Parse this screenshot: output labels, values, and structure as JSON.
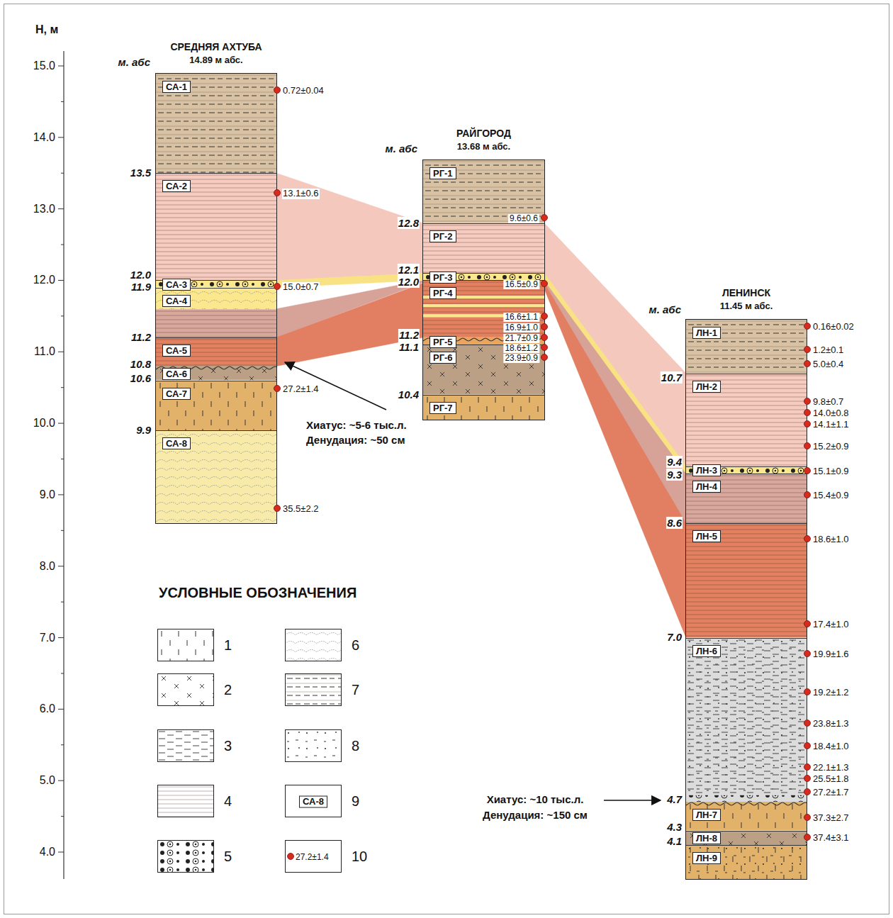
{
  "diagram": {
    "nodes": [
      {
        "text": [
          "СРЕДНЯЯ АХТУБА",
          "14.89 м абс."
        ]
      },
      {
        "text": [
          "СА-1"
        ],
        "in": 0
      },
      {
        "text": [
          "СА-2"
        ],
        "in": 0
      },
      {
        "text": [
          "СА-3"
        ],
        "in": 0
      },
      {
        "text": [
          "СА-4"
        ],
        "in": 0
      },
      {
        "text": [
          "СА-5"
        ],
        "in": 0
      },
      {
        "text": [
          "СА-6"
        ],
        "in": 0
      },
      {
        "text": [
          "СА-7"
        ],
        "in": 0
      },
      {
        "text": [
          "СА-8"
        ],
        "in": 0
      },
      {
        "text": [
          "РАЙГОРОД",
          "13.68 м абс."
        ]
      },
      {
        "text": [
          "РГ-1"
        ],
        "in": 9
      },
      {
        "text": [
          "РГ-2"
        ],
        "in": 9
      },
      {
        "text": [
          "РГ-3"
        ],
        "in": 9
      },
      {
        "text": [
          "РГ-4"
        ],
        "in": 9
      },
      {
        "text": [
          "РГ-5"
        ],
        "in": 9
      },
      {
        "text": [
          "РГ-6"
        ],
        "in": 9
      },
      {
        "text": [
          "РГ-7"
        ],
        "in": 9
      },
      {
        "text": [
          "ЛЕНИНСК",
          "11.45 м абс."
        ]
      },
      {
        "text": [
          "ЛН-1"
        ],
        "in": 17
      },
      {
        "text": [
          "ЛН-2"
        ],
        "in": 17
      },
      {
        "text": [
          "ЛН-3"
        ],
        "in": 17
      },
      {
        "text": [
          "ЛН-4"
        ],
        "in": 17
      },
      {
        "text": [
          "ЛН-5"
        ],
        "in": 17
      },
      {
        "text": [
          "ЛН-6"
        ],
        "in": 17
      },
      {
        "text": [
          "ЛН-7"
        ],
        "in": 17
      },
      {
        "text": [
          "ЛН-8"
        ],
        "in": 17
      },
      {
        "text": [
          "ЛН-9"
        ],
        "in": 17
      }
    ],
    "edges": [
      {
        "from": 2,
        "to": 11,
        "arrow": "none"
      },
      {
        "from": 11,
        "to": 19,
        "arrow": "none"
      },
      {
        "from": 4,
        "to": 13,
        "arrow": "none"
      },
      {
        "from": 13,
        "to": 21,
        "arrow": "none"
      },
      {
        "from": 5,
        "to": 13,
        "arrow": "none"
      },
      {
        "from": 13,
        "to": 22,
        "arrow": "none"
      },
      {
        "from": 3,
        "to": 12,
        "arrow": "none"
      },
      {
        "from": 12,
        "to": 20,
        "arrow": "none"
      }
    ],
    "labels": [
      "H, м",
      "15.0",
      "14.0",
      "13.0",
      "12.0",
      "11.0",
      "10.0",
      "9.0",
      "8.0",
      "7.0",
      "6.0",
      "5.0",
      "4.0",
      "м. абс",
      "13.5",
      "12.0",
      "11.9",
      "11.2",
      "10.8",
      "10.6",
      "9.9",
      "0.72±0.04",
      "13.1±0.6",
      "15.0±0.7",
      "27.2±1.4",
      "35.5±2.2",
      "м. абс",
      "12.8",
      "12.1",
      "12.0",
      "11.2",
      "11.1",
      "10.4",
      "9.6±0.6",
      "16.5±0.9",
      "16.6±1.1",
      "16.9±1.0",
      "21.7±0.9",
      "18.6±1.2",
      "23.9±0.9",
      "м. абс",
      "10.7",
      "9.4",
      "9.3",
      "8.6",
      "7.0",
      "4.7",
      "4.3",
      "4.1",
      "0.16±0.02",
      "1.2±0.1",
      "5.0±0.4",
      "9.8±0.7",
      "14.0±0.8",
      "14.1±1.1",
      "15.2±0.9",
      "15.1±0.9",
      "15.4±0.9",
      "18.6±1.0",
      "17.4±1.0",
      "19.9±1.6",
      "19.2±1.2",
      "23.8±1.3",
      "18.4±1.0",
      "22.1±1.3",
      "25.5±1.8",
      "27.2±1.7",
      "37.3±2.7",
      "37.4±3.1",
      "Хиатус: ~5-6 тыс.л.",
      "Денудация: ~50 см",
      "Хиатус: ~10 тыс.л.",
      "Денудация: ~150 см",
      "УСЛОВНЫЕ ОБОЗНАЧЕНИЯ",
      "СА-8",
      "27.2±1.4"
    ],
    "legend": [
      {
        "text": "1"
      },
      {
        "text": "2"
      },
      {
        "text": "3"
      },
      {
        "text": "4"
      },
      {
        "text": "5"
      },
      {
        "text": "6"
      },
      {
        "text": "7"
      },
      {
        "text": "8"
      },
      {
        "text": "9"
      },
      {
        "text": "10"
      }
    ]
  }
}
